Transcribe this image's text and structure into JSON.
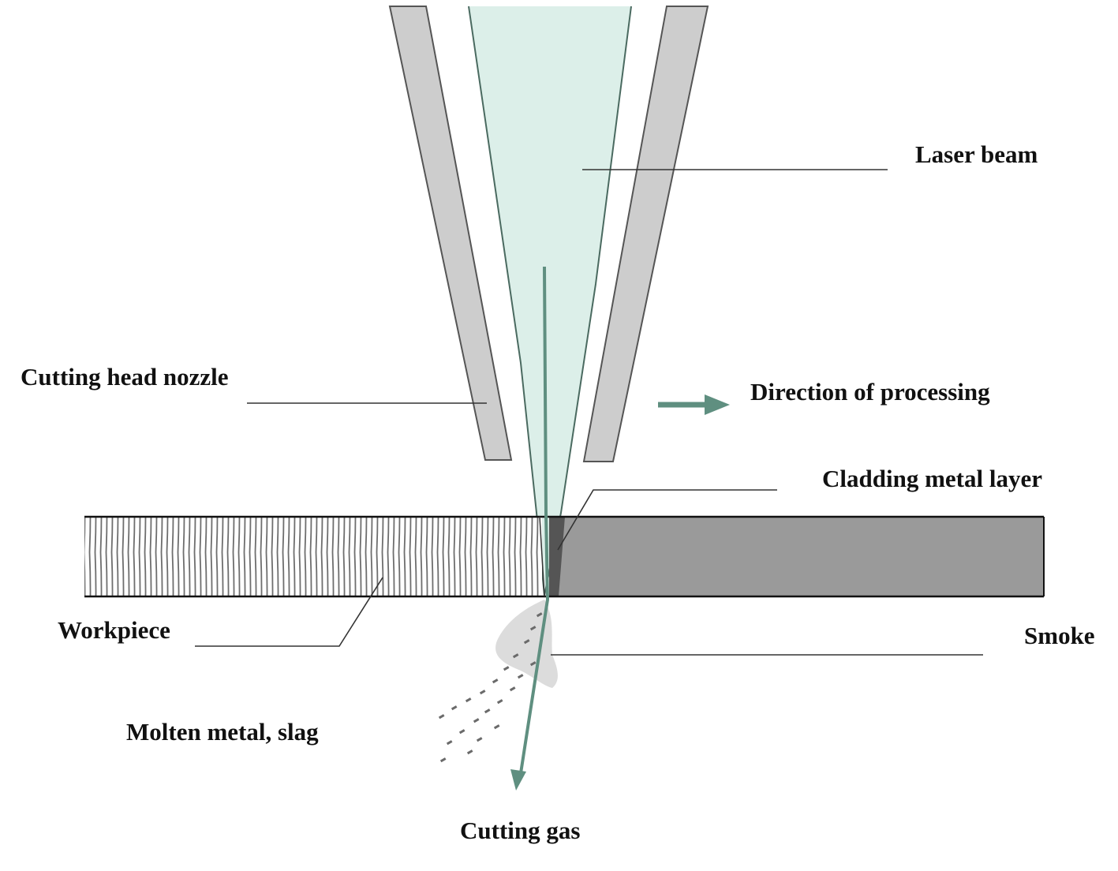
{
  "labels": {
    "laser_beam": "Laser beam",
    "cutting_head_nozzle": "Cutting head nozzle",
    "direction_of_processing": "Direction of processing",
    "cladding_metal_layer": "Cladding metal layer",
    "workpiece": "Workpiece",
    "smoke": "Smoke",
    "molten_metal_slag": "Molten metal, slag",
    "cutting_gas": "Cutting gas"
  },
  "colors": {
    "nozzle_fill": "#cdcdcd",
    "nozzle_stroke": "#555555",
    "beam_fill": "#dcefe9",
    "beam_stroke": "#4a6a60",
    "gas_arrow": "#5f8f80",
    "workpiece_cut_fill": "#9a9a9a",
    "workpiece_hatch": "#6e6e6e",
    "cladding_layer": "#555555",
    "smoke": "#cfcfcf",
    "slag": "#6a6a6a"
  }
}
